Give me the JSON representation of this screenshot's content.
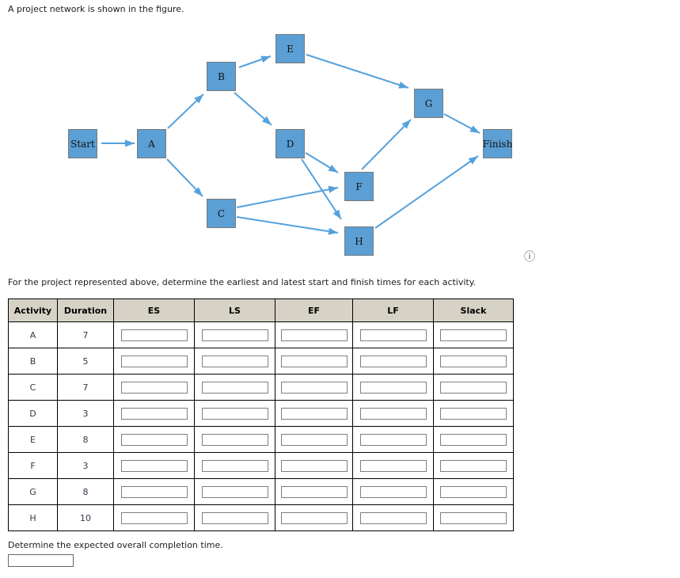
{
  "page": {
    "title": "A project network is shown in the figure.",
    "instruction": "For the project represented above, determine the earliest and latest start and finish times for each activity.",
    "completion_prompt": "Determine the expected overall completion time.",
    "completion_answer": ""
  },
  "icons": {
    "info_glyph": "ⓘ"
  },
  "diagram": {
    "node_fill": "#5B9FD4",
    "node_border": "#7a7a7a",
    "arrow_color": "#55A1DC",
    "nodes": {
      "start": {
        "label": "Start"
      },
      "a": {
        "label": "A"
      },
      "b": {
        "label": "B"
      },
      "c": {
        "label": "C"
      },
      "d": {
        "label": "D"
      },
      "e": {
        "label": "E"
      },
      "f": {
        "label": "F"
      },
      "g": {
        "label": "G"
      },
      "h": {
        "label": "H"
      },
      "finish": {
        "label": "Finish"
      }
    },
    "edges": [
      {
        "from": "Start",
        "to": "A"
      },
      {
        "from": "A",
        "to": "B"
      },
      {
        "from": "A",
        "to": "C"
      },
      {
        "from": "B",
        "to": "E"
      },
      {
        "from": "B",
        "to": "D"
      },
      {
        "from": "E",
        "to": "G"
      },
      {
        "from": "D",
        "to": "F"
      },
      {
        "from": "D",
        "to": "H"
      },
      {
        "from": "C",
        "to": "F"
      },
      {
        "from": "C",
        "to": "H"
      },
      {
        "from": "F",
        "to": "G"
      },
      {
        "from": "G",
        "to": "Finish"
      },
      {
        "from": "H",
        "to": "Finish"
      }
    ]
  },
  "table": {
    "headers": [
      "Activity",
      "Duration",
      "ES",
      "LS",
      "EF",
      "LF",
      "Slack"
    ],
    "rows": [
      {
        "activity": "A",
        "duration": "7",
        "es": "",
        "ls": "",
        "ef": "",
        "lf": "",
        "slack": ""
      },
      {
        "activity": "B",
        "duration": "5",
        "es": "",
        "ls": "",
        "ef": "",
        "lf": "",
        "slack": ""
      },
      {
        "activity": "C",
        "duration": "7",
        "es": "",
        "ls": "",
        "ef": "",
        "lf": "",
        "slack": ""
      },
      {
        "activity": "D",
        "duration": "3",
        "es": "",
        "ls": "",
        "ef": "",
        "lf": "",
        "slack": ""
      },
      {
        "activity": "E",
        "duration": "8",
        "es": "",
        "ls": "",
        "ef": "",
        "lf": "",
        "slack": ""
      },
      {
        "activity": "F",
        "duration": "3",
        "es": "",
        "ls": "",
        "ef": "",
        "lf": "",
        "slack": ""
      },
      {
        "activity": "G",
        "duration": "8",
        "es": "",
        "ls": "",
        "ef": "",
        "lf": "",
        "slack": ""
      },
      {
        "activity": "H",
        "duration": "10",
        "es": "",
        "ls": "",
        "ef": "",
        "lf": "",
        "slack": ""
      }
    ]
  }
}
